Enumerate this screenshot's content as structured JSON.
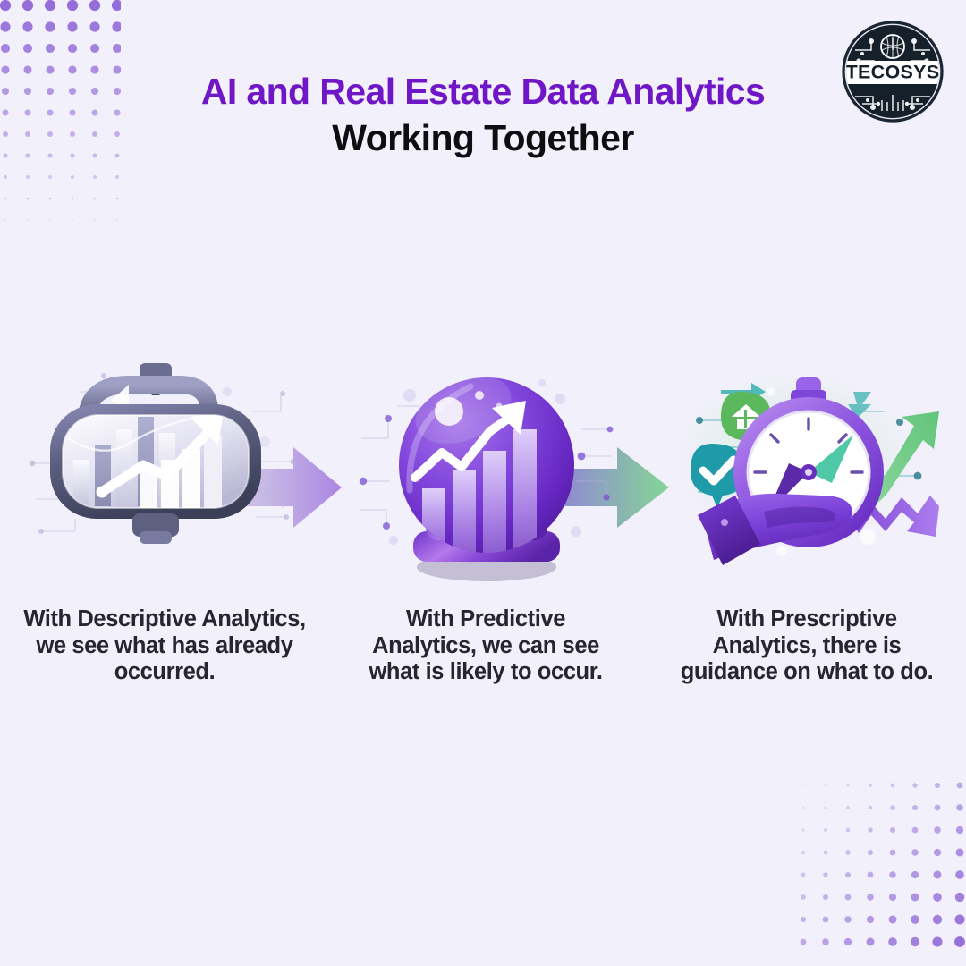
{
  "background_color": "#f2f0fa",
  "brand": {
    "logo_text": "TECOSYS",
    "logo_name": "tecosys-circular-circuit-logo",
    "logo_colors": {
      "ring": "#1b2633",
      "text": "#16202b",
      "band": "#ffffff"
    }
  },
  "header": {
    "title_line_1": "AI and Real Estate Data Analytics",
    "title_line_2": "Working Together",
    "title_line_1_color": "#6f16c6",
    "title_line_2_color": "#0d0d12"
  },
  "steps": [
    {
      "id": "descriptive",
      "icon_name": "rearview-mirror-bar-chart-icon",
      "icon_description": "Car rear-view mirror containing a bar chart with a rising trend arrow",
      "caption": "With Descriptive Analytics, we see what has already occurred.",
      "accent_color": "#8b8bb5"
    },
    {
      "id": "predictive",
      "icon_name": "crystal-ball-bar-chart-icon",
      "icon_description": "Purple crystal ball on a pedestal containing a bar chart with a rising arrow",
      "caption": "With Predictive Analytics, we can see what is likely to occur.",
      "accent_color": "#7b3fd4"
    },
    {
      "id": "prescriptive",
      "icon_name": "hand-holding-compass-icon",
      "icon_description": "Purple hand holding a compass with green check and house badges and directional arrows",
      "caption": "With Prescriptive Analytics, there is guidance on what to do.",
      "accent_color": "#6fcf7f"
    }
  ],
  "connectors": [
    {
      "name": "arrow-descriptive-to-predictive",
      "from_color": "#d8d4ea",
      "to_color": "#a87fe0"
    },
    {
      "name": "arrow-predictive-to-prescriptive",
      "from_color": "#7f5fd0",
      "to_color": "#7fd48f"
    }
  ],
  "decorations": {
    "dot_color": "#9168d8",
    "top_left_dots": "fading purple dot grid",
    "bottom_right_dots": "growing purple dot grid"
  },
  "caption_color": "#26262e"
}
